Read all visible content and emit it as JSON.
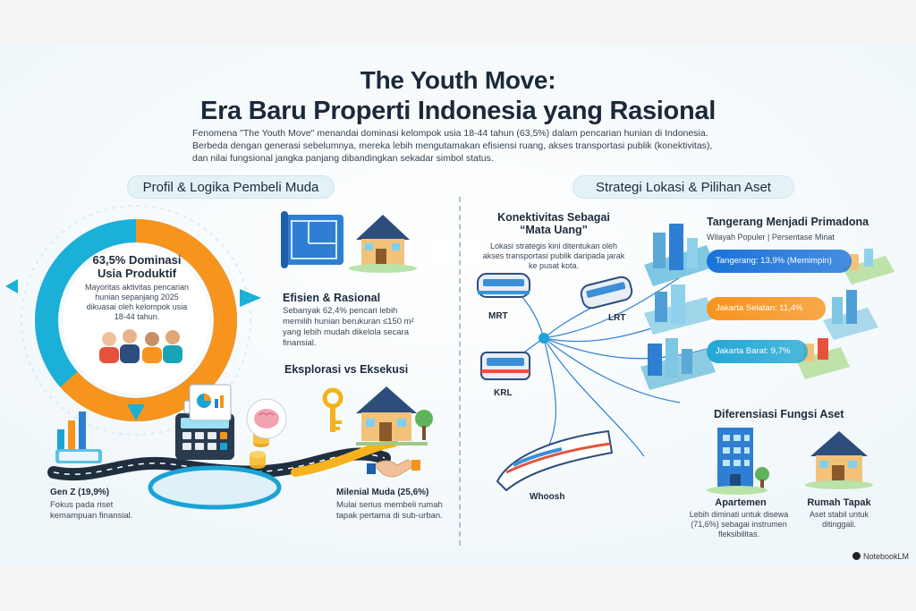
{
  "header": {
    "title_line1": "The Youth Move:",
    "title_line2": "Era Baru Properti Indonesia yang Rasional",
    "intro": "Fenomena \"The Youth Move\" menandai dominasi kelompok usia 18-44 tahun (63,5%) dalam pencarian hunian di Indonesia. Berbeda dengan generasi sebelumnya, mereka lebih mengutamakan efisiensi ruang, akses transportasi publik (konektivitas), dan nilai fungsional jangka panjang dibandingkan sekadar simbol status."
  },
  "left_section": {
    "title": "Profil & Logika Pembeli Muda",
    "donut": {
      "headline_line1": "63,5% Dominasi",
      "headline_line2": "Usia Produktif",
      "body": "Mayoritas aktivitas pencarian hunian sepanjang 2025 dikuasai oleh kelompok usia 18-44 tahun.",
      "share_fraction": 0.635,
      "color_primary": "#f7941d",
      "color_secondary": "#1ab0d8"
    },
    "efisien": {
      "title": "Efisien & Rasional",
      "body": "Sebanyak 62,4% pencari lebih memilih hunian berukuran ≤150 m² yang lebih mudah dikelola secara finansial."
    },
    "eksplorasi": {
      "title": "Eksplorasi vs Eksekusi"
    },
    "genz": {
      "title": "Gen Z (19,9%)",
      "body": "Fokus pada riset kemampuan finansial."
    },
    "milenial": {
      "title": "Milenial Muda (25,6%)",
      "body": "Mulai serius membeli rumah tapak pertama di sub-urban."
    }
  },
  "right_section": {
    "title": "Strategi Lokasi & Pilihan Aset",
    "konektivitas": {
      "title_line1": "Konektivitas Sebagai",
      "title_line2": "“Mata Uang”",
      "body": "Lokasi strategis kini ditentukan oleh akses transportasi publik daripada jarak ke pusat kota.",
      "modes": [
        "MRT",
        "LRT",
        "KRL",
        "Whoosh"
      ]
    },
    "tangerang": {
      "title": "Tangerang Menjadi Primadona",
      "subtitle": "Wilayah Populer | Persentase Minat",
      "bars": [
        {
          "label": "Tangerang: 13,9% (Memimpin)",
          "value": 13.9,
          "color": "#1a73d9"
        },
        {
          "label": "Jakarta Selatan: 11,4%",
          "value": 11.4,
          "color": "#f7941d"
        },
        {
          "label": "Jakarta Barat: 9,7%",
          "value": 9.7,
          "color": "#22a8d4"
        }
      ]
    },
    "diferensiasi": {
      "title": "Diferensiasi Fungsi Aset",
      "apartemen": {
        "title": "Apartemen",
        "body": "Lebih diminati untuk disewa (71,6%) sebagai instrumen fleksibilitas."
      },
      "rumah": {
        "title": "Rumah Tapak",
        "body": "Aset stabil untuk ditinggali."
      }
    }
  },
  "watermark": "NotebookLM"
}
